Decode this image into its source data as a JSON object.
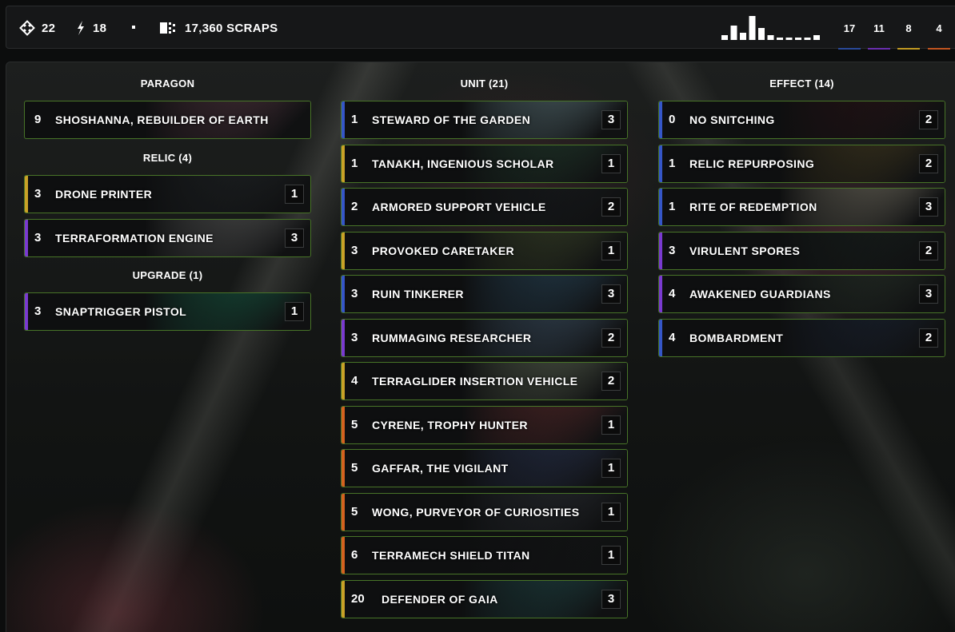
{
  "topbar": {
    "stat_cards": {
      "icon": "diamond-grid-icon",
      "value": "22"
    },
    "stat_energy": {
      "icon": "lightning-icon",
      "value": "18"
    },
    "scraps": {
      "icon": "scraps-icon",
      "label": "17,360 SCRAPS"
    },
    "mana_curve": [
      2,
      6,
      3,
      10,
      5,
      2,
      1,
      1,
      1,
      1,
      2
    ],
    "color_counts": [
      {
        "value": "17",
        "color": "#2a4a9a"
      },
      {
        "value": "11",
        "color": "#6a2fb0"
      },
      {
        "value": "8",
        "color": "#c29a22"
      },
      {
        "value": "4",
        "color": "#c2551f"
      }
    ]
  },
  "colors": {
    "blue": "#3556c8",
    "purple": "#7a3ad0",
    "yellow": "#c9a227",
    "orange": "#d4621f",
    "border": "#78c83c"
  },
  "paragon": {
    "title": "PARAGON",
    "cards": [
      {
        "cost": "9",
        "name": "SHOSHANNA, REBUILDER OF EARTH",
        "qty": "",
        "color": "none",
        "art": "#7a4a5a"
      }
    ]
  },
  "relic": {
    "title": "RELIC (4)",
    "cards": [
      {
        "cost": "3",
        "name": "DRONE PRINTER",
        "qty": "1",
        "color": "#c9a227",
        "art": "#2c3235"
      },
      {
        "cost": "3",
        "name": "TERRAFORMATION ENGINE",
        "qty": "3",
        "color": "#7a3ad0",
        "art": "#8a8a88"
      }
    ]
  },
  "upgrade": {
    "title": "UPGRADE (1)",
    "cards": [
      {
        "cost": "3",
        "name": "SNAPTRIGGER PISTOL",
        "qty": "1",
        "color": "#7a3ad0",
        "art": "#1c8a62"
      }
    ]
  },
  "unit": {
    "title": "UNIT (21)",
    "cards": [
      {
        "cost": "1",
        "name": "STEWARD OF THE GARDEN",
        "qty": "3",
        "color": "#3556c8",
        "art": "#8ab0b8"
      },
      {
        "cost": "1",
        "name": "TANAKH, INGENIOUS SCHOLAR",
        "qty": "1",
        "color": "#c9a227",
        "art": "#2f5a40"
      },
      {
        "cost": "2",
        "name": "ARMORED SUPPORT VEHICLE",
        "qty": "2",
        "color": "#3556c8",
        "art": "#1e2226"
      },
      {
        "cost": "3",
        "name": "PROVOKED CARETAKER",
        "qty": "1",
        "color": "#c9a227",
        "art": "#5a6a3a"
      },
      {
        "cost": "3",
        "name": "RUIN TINKERER",
        "qty": "3",
        "color": "#3556c8",
        "art": "#3a6a8a"
      },
      {
        "cost": "3",
        "name": "RUMMAGING RESEARCHER",
        "qty": "2",
        "color": "#7a3ad0",
        "art": "#5a7a98"
      },
      {
        "cost": "4",
        "name": "TERRAGLIDER INSERTION VEHICLE",
        "qty": "2",
        "color": "#c9a227",
        "art": "#8a9a7a"
      },
      {
        "cost": "5",
        "name": "CYRENE, TROPHY HUNTER",
        "qty": "1",
        "color": "#d4621f",
        "art": "#8a3a3a"
      },
      {
        "cost": "5",
        "name": "GAFFAR, THE VIGILANT",
        "qty": "1",
        "color": "#d4621f",
        "art": "#3a4a7a"
      },
      {
        "cost": "5",
        "name": "WONG, PURVEYOR OF CURIOSITIES",
        "qty": "1",
        "color": "#d4621f",
        "art": "#3a3f48"
      },
      {
        "cost": "6",
        "name": "TERRAMECH SHIELD TITAN",
        "qty": "1",
        "color": "#d4621f",
        "art": "#141516"
      },
      {
        "cost": "20",
        "name": "DEFENDER OF GAIA",
        "qty": "3",
        "color": "#c9a227",
        "art": "#2a6a6a"
      }
    ]
  },
  "effect": {
    "title": "EFFECT (14)",
    "cards": [
      {
        "cost": "0",
        "name": "NO SNITCHING",
        "qty": "2",
        "color": "#3556c8",
        "art": "#3a1418"
      },
      {
        "cost": "1",
        "name": "RELIC REPURPOSING",
        "qty": "2",
        "color": "#3556c8",
        "art": "#6a5a2a"
      },
      {
        "cost": "1",
        "name": "RITE OF REDEMPTION",
        "qty": "3",
        "color": "#3556c8",
        "art": "#b8b098"
      },
      {
        "cost": "3",
        "name": "VIRULENT SPORES",
        "qty": "2",
        "color": "#7a3ad0",
        "art": "#1e2a24"
      },
      {
        "cost": "4",
        "name": "AWAKENED GUARDIANS",
        "qty": "3",
        "color": "#7a3ad0",
        "art": "#3a4a3a"
      },
      {
        "cost": "4",
        "name": "BOMBARDMENT",
        "qty": "2",
        "color": "#3556c8",
        "art": "#22304a"
      }
    ]
  }
}
